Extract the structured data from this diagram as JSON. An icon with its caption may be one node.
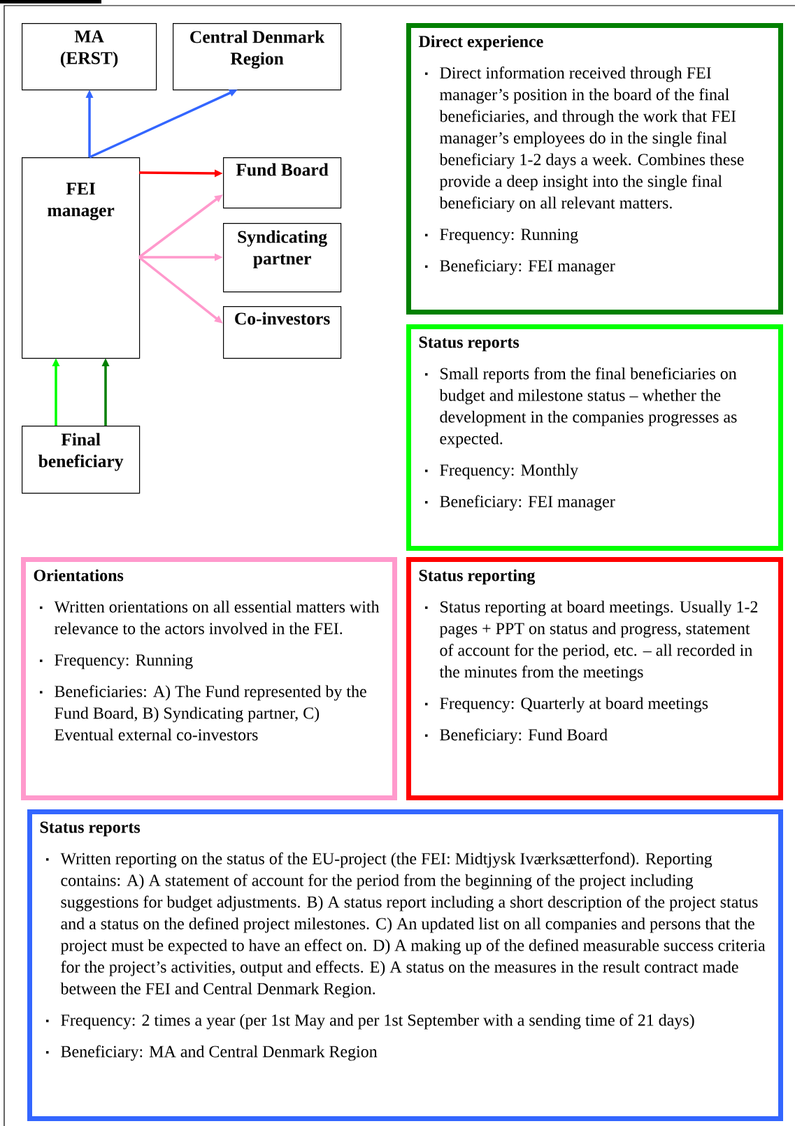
{
  "diagram": {
    "nodes": [
      {
        "text": [
          "MA (ERST)"
        ]
      },
      {
        "text": [
          "Central Denmark Region"
        ]
      },
      {
        "text": [
          "FEI manager"
        ]
      },
      {
        "text": [
          "Fund Board"
        ]
      },
      {
        "text": [
          "Syndicating partner"
        ]
      },
      {
        "text": [
          "Co-investors"
        ]
      },
      {
        "text": [
          "Final beneficiary"
        ]
      },
      {
        "text": [
          "Direct experience",
          "Direct information received through FEI manager’s position in the board of the final beneficiaries, and through the work that FEI manager’s employees do in the single final beneficiary 1-2 days a week. Combines these provide a deep insight into the single final beneficiary on all relevant matters.",
          "Frequency: Running",
          "Beneficiary: FEI manager"
        ]
      },
      {
        "text": [
          "Status reports",
          "Small reports from the final beneficiaries on budget and milestone status – whether the development in the companies progresses as expected.",
          "Frequency: Monthly",
          "Beneficiary: FEI manager"
        ]
      },
      {
        "text": [
          "Orientations",
          "Written orientations on all essential matters with relevance to the actors involved in the FEI.",
          "Frequency: Running",
          "Beneficiaries: A) The Fund represented by the Fund Board, B) Syndicating partner, C) Eventual external co-investors"
        ]
      },
      {
        "text": [
          "Status reporting",
          "Status reporting at board meetings. Usually 1-2 pages + PPT on status and progress, statement of account for the period, etc. – all recorded in the minutes from the meetings",
          "Frequency: Quarterly at board meetings",
          "Beneficiary: Fund Board"
        ]
      },
      {
        "text": [
          "Status reports",
          "Written reporting on the status of the EU-project (the FEI: Midtjysk Iværksætterfond). Reporting contains: A) A statement of account for the period from the beginning of the project including suggestions for budget adjustments. B) A status report including a short description of the project status and a status on the defined project milestones. C) An updated list on all companies and persons that the project must be expected to have an effect on. D) A making up of the defined measurable success criteria for the project’s activities, output and effects. E) A status on the measures in the result contract made between the FEI and Central Denmark Region.",
          "Frequency: 2 times a year (per 1st May and per 1st September with a sending time of 21 days)",
          "Beneficiary: MA and Central Denmark Region"
        ]
      }
    ],
    "edges": [
      {
        "from": 2,
        "to": 0,
        "arrow": "to",
        "color": "#3366ff"
      },
      {
        "from": 2,
        "to": 1,
        "arrow": "to",
        "color": "#3366ff"
      },
      {
        "from": 2,
        "to": 3,
        "arrow": "to",
        "color": "#ff0000"
      },
      {
        "from": 2,
        "to": 3,
        "arrow": "to",
        "color": "#ff99cc"
      },
      {
        "from": 2,
        "to": 4,
        "arrow": "to",
        "color": "#ff99cc"
      },
      {
        "from": 2,
        "to": 5,
        "arrow": "to",
        "color": "#ff99cc"
      },
      {
        "from": 6,
        "to": 2,
        "arrow": "to",
        "color": "#00ff00"
      },
      {
        "from": 6,
        "to": 2,
        "arrow": "to",
        "color": "#008000"
      }
    ]
  }
}
